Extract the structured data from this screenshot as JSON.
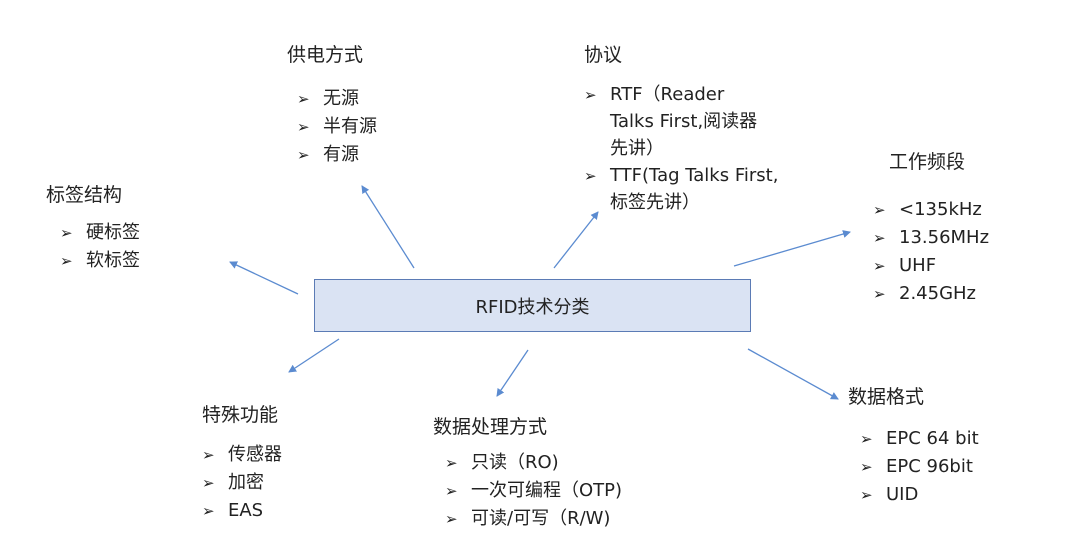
{
  "center": "RFID技术分类",
  "bullet": "➢",
  "groups": {
    "power": {
      "title": "供电方式",
      "items": [
        "无源",
        "半有源",
        "有源"
      ]
    },
    "protocol": {
      "title": "协议",
      "items": [
        "RTF（Reader\nTalks First,阅读器\n先讲）",
        "TTF(Tag Talks First,\n标签先讲）"
      ]
    },
    "structure": {
      "title": "标签结构",
      "items": [
        "硬标签",
        "软标签"
      ]
    },
    "frequency": {
      "title": "工作频段",
      "items": [
        "<135kHz",
        "13.56MHz",
        "UHF",
        "2.45GHz"
      ]
    },
    "special": {
      "title": "特殊功能",
      "items": [
        "传感器",
        "加密",
        "EAS"
      ]
    },
    "processing": {
      "title": "数据处理方式",
      "items": [
        "只读（RO)",
        "一次可编程（OTP)",
        "可读/可写（R/W)"
      ]
    },
    "format": {
      "title": "数据格式",
      "items": [
        "EPC 64 bit",
        "EPC 96bit",
        "UID"
      ]
    }
  },
  "colors": {
    "box_fill": "#dae3f3",
    "box_border": "#5b7bb5",
    "arrow": "#5b8bd0"
  }
}
